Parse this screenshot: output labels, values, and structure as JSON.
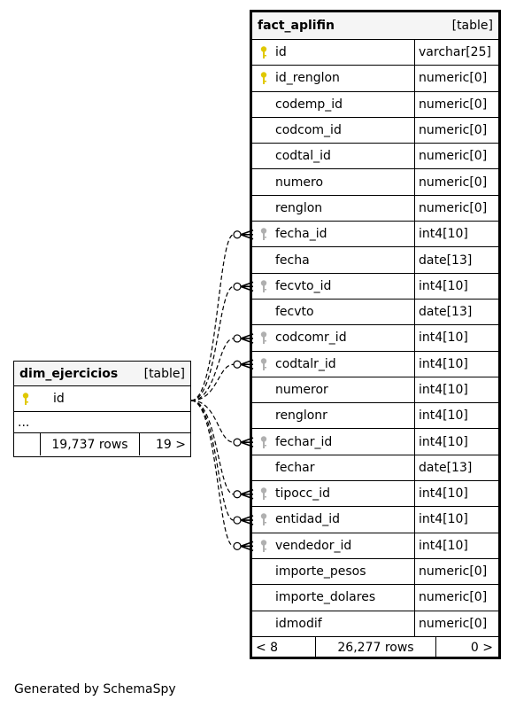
{
  "fact_table": {
    "name": "fact_aplifin",
    "kind": "[table]",
    "columns": [
      {
        "name": "id",
        "type": "varchar[25]",
        "key": "primary"
      },
      {
        "name": "id_renglon",
        "type": "numeric[0]",
        "key": "primary"
      },
      {
        "name": "codemp_id",
        "type": "numeric[0]",
        "key": "none"
      },
      {
        "name": "codcom_id",
        "type": "numeric[0]",
        "key": "none"
      },
      {
        "name": "codtal_id",
        "type": "numeric[0]",
        "key": "none"
      },
      {
        "name": "numero",
        "type": "numeric[0]",
        "key": "none"
      },
      {
        "name": "renglon",
        "type": "numeric[0]",
        "key": "none"
      },
      {
        "name": "fecha_id",
        "type": "int4[10]",
        "key": "foreign"
      },
      {
        "name": "fecha",
        "type": "date[13]",
        "key": "none"
      },
      {
        "name": "fecvto_id",
        "type": "int4[10]",
        "key": "foreign"
      },
      {
        "name": "fecvto",
        "type": "date[13]",
        "key": "none"
      },
      {
        "name": "codcomr_id",
        "type": "int4[10]",
        "key": "foreign"
      },
      {
        "name": "codtalr_id",
        "type": "int4[10]",
        "key": "foreign"
      },
      {
        "name": "numeror",
        "type": "int4[10]",
        "key": "none"
      },
      {
        "name": "renglonr",
        "type": "int4[10]",
        "key": "none"
      },
      {
        "name": "fechar_id",
        "type": "int4[10]",
        "key": "foreign"
      },
      {
        "name": "fechar",
        "type": "date[13]",
        "key": "none"
      },
      {
        "name": "tipocc_id",
        "type": "int4[10]",
        "key": "foreign"
      },
      {
        "name": "entidad_id",
        "type": "int4[10]",
        "key": "foreign"
      },
      {
        "name": "vendedor_id",
        "type": "int4[10]",
        "key": "foreign"
      },
      {
        "name": "importe_pesos",
        "type": "numeric[0]",
        "key": "none"
      },
      {
        "name": "importe_dolares",
        "type": "numeric[0]",
        "key": "none"
      },
      {
        "name": "idmodif",
        "type": "numeric[0]",
        "key": "none"
      }
    ],
    "footer": {
      "parents": "< 8",
      "rows": "26,277 rows",
      "children": "0 >"
    }
  },
  "dim_table": {
    "name": "dim_ejercicios",
    "kind": "[table]",
    "columns": [
      {
        "name": "id",
        "key": "primary"
      }
    ],
    "ellipsis": "...",
    "footer": {
      "parents": "",
      "rows": "19,737 rows",
      "children": "19 >"
    }
  },
  "relationships_to_rows": [
    7,
    9,
    11,
    12,
    15,
    17,
    18,
    19
  ],
  "colors": {
    "primary_key": "#e0c800",
    "foreign_key": "#b0b0b0",
    "header_bg": "#f5f5f5"
  },
  "generated_by": "Generated by SchemaSpy"
}
